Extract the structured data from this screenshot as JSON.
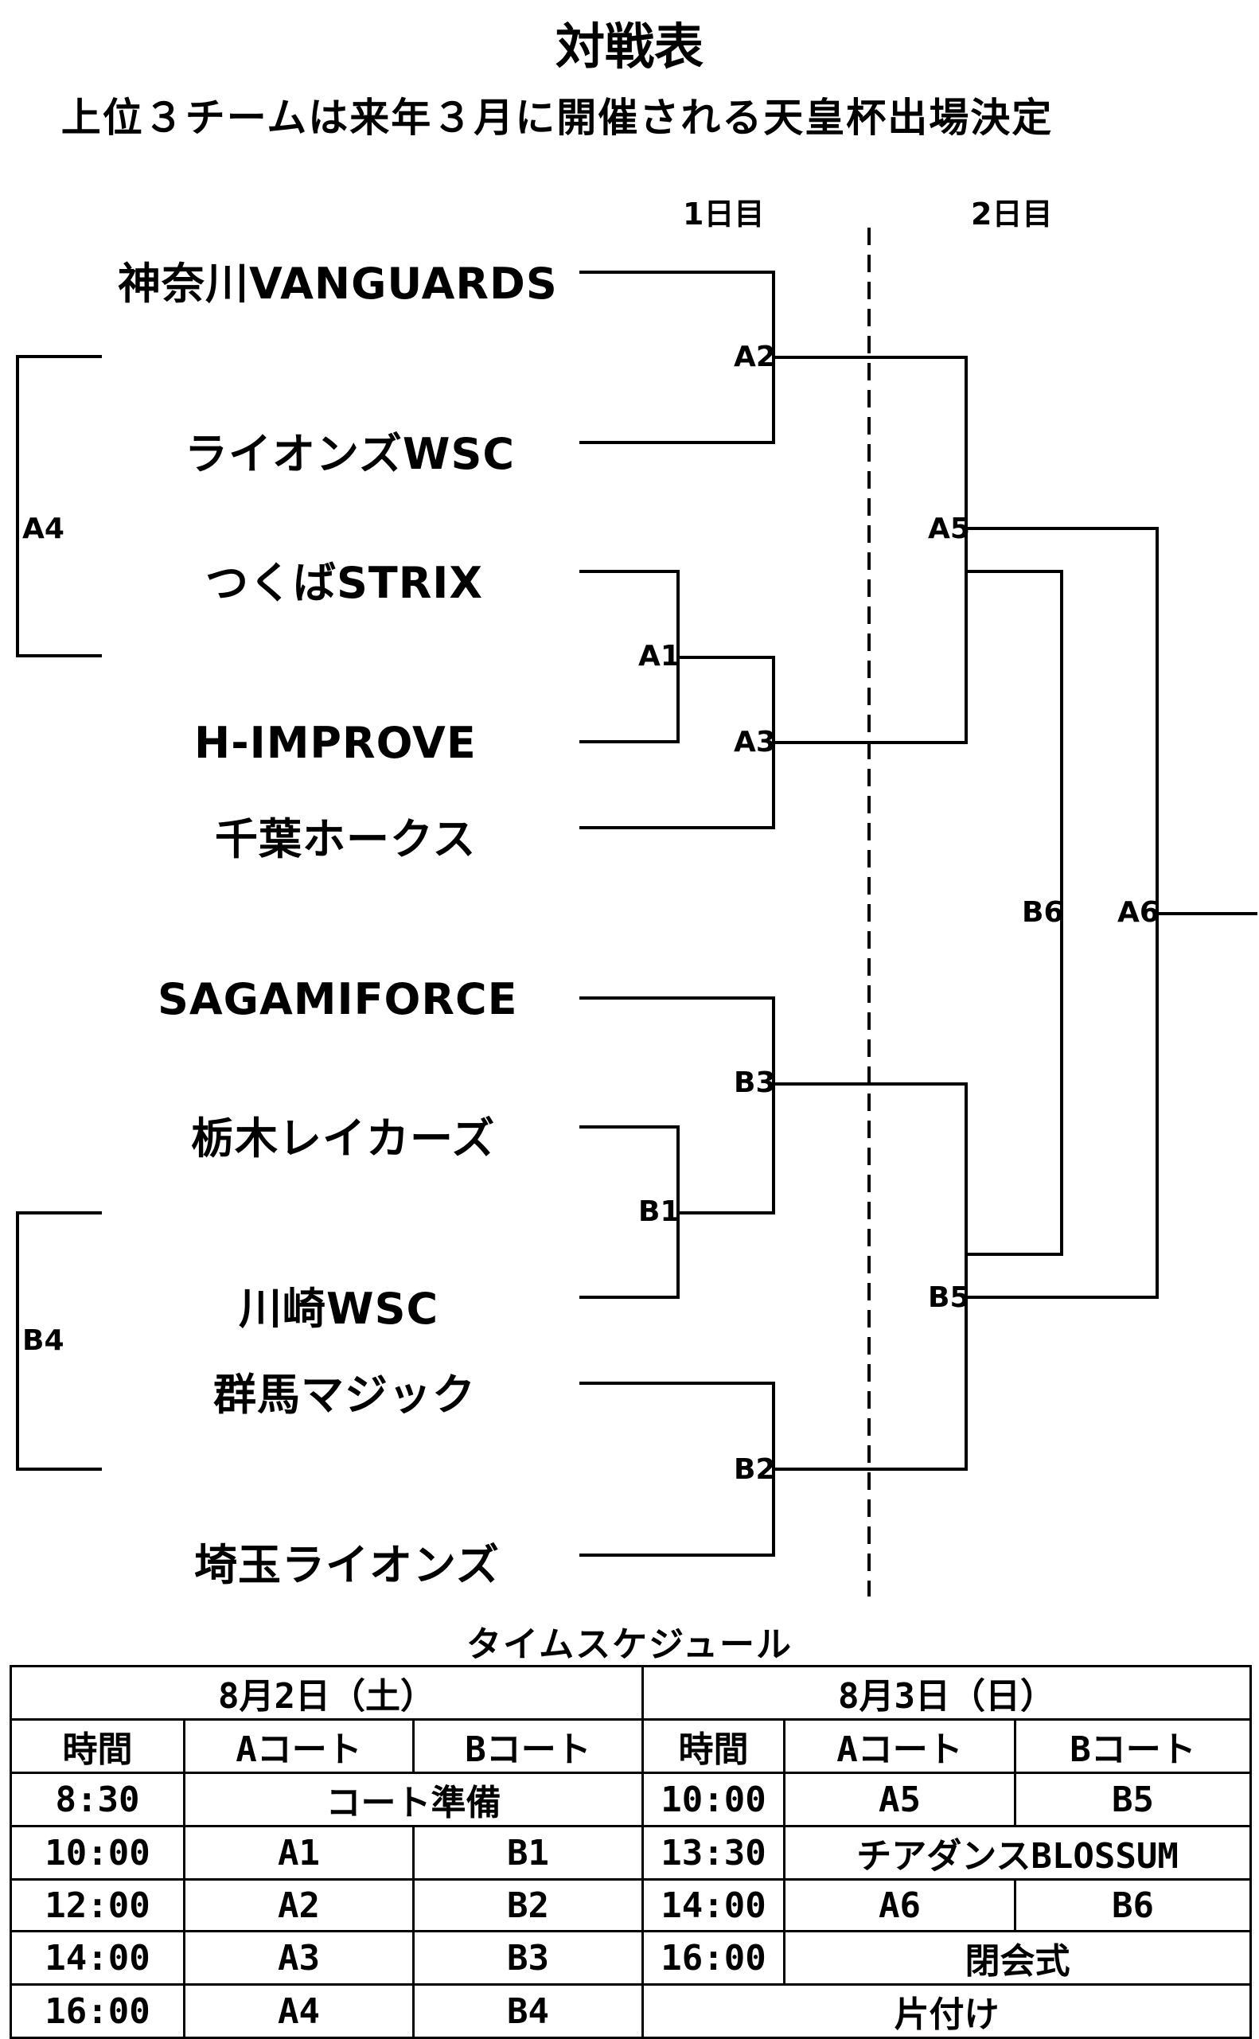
{
  "title": "対戦表",
  "subtitle": "上位３チームは来年３月に開催される天皇杯出場決定",
  "days": [
    "1日目",
    "2日目"
  ],
  "teams": [
    "神奈川VANGUARDS",
    "ライオンズWSC",
    "つくばSTRIX",
    "H-IMPROVE",
    "千葉ホークス",
    "SAGAMIFORCE",
    "栃木レイカーズ",
    "川崎WSC",
    "群馬マジック",
    "埼玉ライオンズ"
  ],
  "matches": [
    "A1",
    "A2",
    "A3",
    "A4",
    "A5",
    "A6",
    "B1",
    "B2",
    "B3",
    "B4",
    "B5",
    "B6"
  ],
  "schedule": {
    "title": "タイムスケジュール",
    "day1": {
      "date": "8月2日（土）",
      "headers": [
        "時間",
        "Aコート",
        "Bコート"
      ],
      "rows": [
        {
          "time": "8:30",
          "merged": "コート準備"
        },
        {
          "time": "10:00",
          "a": "A1",
          "b": "B1"
        },
        {
          "time": "12:00",
          "a": "A2",
          "b": "B2"
        },
        {
          "time": "14:00",
          "a": "A3",
          "b": "B3"
        },
        {
          "time": "16:00",
          "a": "A4",
          "b": "B4"
        }
      ]
    },
    "day2": {
      "date": "8月3日（日）",
      "headers": [
        "時間",
        "Aコート",
        "Bコート"
      ],
      "rows": [
        {
          "time": "10:00",
          "a": "A5",
          "b": "B5"
        },
        {
          "time": "13:30",
          "merged": "チアダンスBLOSSUM"
        },
        {
          "time": "14:00",
          "a": "A6",
          "b": "B6"
        },
        {
          "time": "16:00",
          "merged": "閉会式"
        },
        {
          "full": "片付け"
        }
      ]
    }
  }
}
